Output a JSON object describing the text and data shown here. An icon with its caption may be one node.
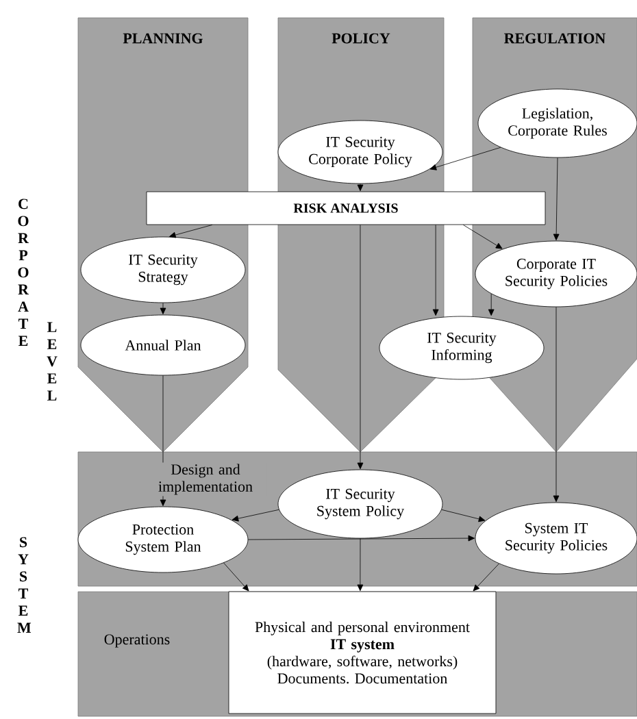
{
  "diagram": {
    "nodes": [
      {
        "text": [
          "PLANNING"
        ]
      },
      {
        "text": [
          "POLICY"
        ]
      },
      {
        "text": [
          "REGULATION"
        ]
      },
      {
        "text": [
          "Legislation, Corporate Rules"
        ],
        "in": 2
      },
      {
        "text": [
          "IT Security Corporate Policy"
        ],
        "in": 1
      },
      {
        "text": [
          "RISK ANALYSIS"
        ]
      },
      {
        "text": [
          "IT Security Strategy"
        ],
        "in": 0
      },
      {
        "text": [
          "Annual Plan"
        ],
        "in": 0
      },
      {
        "text": [
          "Corporate IT Security Policies"
        ],
        "in": 2
      },
      {
        "text": [
          "IT Security Informing"
        ]
      },
      {
        "text": [],
        "shape": "box"
      },
      {
        "text": [
          "IT Security System Policy"
        ],
        "in": 10
      },
      {
        "text": [
          "Protection System Plan"
        ],
        "in": 10
      },
      {
        "text": [
          "System IT Security Policies"
        ],
        "in": 10
      },
      {
        "text": [
          "Operations"
        ]
      },
      {
        "text": [
          "Physical and personal environment",
          "IT system",
          "(hardware, software, networks)",
          "Documents. Documentation"
        ],
        "in": 14
      }
    ],
    "edges": [
      {
        "from": 3,
        "to": 4,
        "arrow": "to"
      },
      {
        "from": 4,
        "to": 5,
        "arrow": "to"
      },
      {
        "from": 3,
        "to": 8,
        "arrow": "to"
      },
      {
        "from": 5,
        "to": 6,
        "arrow": "to"
      },
      {
        "from": 5,
        "to": 8,
        "arrow": "to"
      },
      {
        "from": 5,
        "to": 9,
        "arrow": "to"
      },
      {
        "from": 5,
        "to": 11,
        "arrow": "to"
      },
      {
        "from": 6,
        "to": 7,
        "arrow": "to"
      },
      {
        "from": 8,
        "to": 9,
        "arrow": "to"
      },
      {
        "from": 7,
        "to": 12,
        "arrow": "to",
        "label": "Design and implementation"
      },
      {
        "from": 8,
        "to": 13,
        "arrow": "to"
      },
      {
        "from": 11,
        "to": 12,
        "arrow": "to"
      },
      {
        "from": 11,
        "to": 13,
        "arrow": "to"
      },
      {
        "from": 12,
        "to": 13,
        "arrow": "to"
      },
      {
        "from": 12,
        "to": 15,
        "arrow": "to"
      },
      {
        "from": 11,
        "to": 15,
        "arrow": "to"
      },
      {
        "from": 13,
        "to": 15,
        "arrow": "to"
      }
    ],
    "labels": [
      "C O R P O R A T E",
      "L E V E L",
      "S Y S T E M"
    ]
  }
}
